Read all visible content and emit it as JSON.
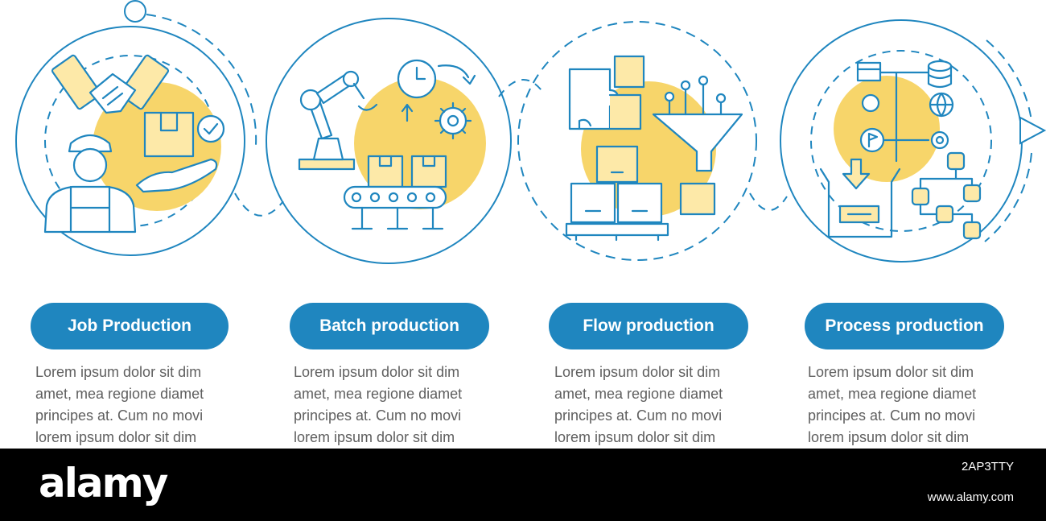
{
  "steps": [
    {
      "title": "Job Production",
      "icon": "handshake-worker-icon",
      "lines": [
        "Lorem ipsum dolor sit dim",
        "amet, mea regione diamet",
        "principes at. Cum no movi",
        "lorem ipsum dolor sit dim"
      ]
    },
    {
      "title": "Batch production",
      "icon": "robot-arm-conveyor-icon",
      "lines": [
        "Lorem ipsum dolor sit dim",
        "amet, mea regione diamet",
        "principes at. Cum no movi",
        "lorem ipsum dolor sit dim"
      ]
    },
    {
      "title": "Flow production",
      "icon": "puzzle-funnel-boxes-icon",
      "lines": [
        "Lorem ipsum dolor sit dim",
        "amet, mea regione diamet",
        "principes at. Cum no movi",
        "lorem ipsum dolor sit dim"
      ]
    },
    {
      "title": "Process production",
      "icon": "network-flowchart-icon",
      "lines": [
        "Lorem ipsum dolor sit dim",
        "amet, mea regione diamet",
        "principes at. Cum no movi",
        "lorem ipsum dolor sit dim"
      ]
    }
  ],
  "footer": {
    "brand": "alamy",
    "image_id": "2AP3TTY",
    "site": "www.alamy.com"
  },
  "colors": {
    "accent": "#1f86bf",
    "highlight": "#f7d56a",
    "highlight_light": "#fde9a8",
    "text": "#5f5f5f"
  }
}
